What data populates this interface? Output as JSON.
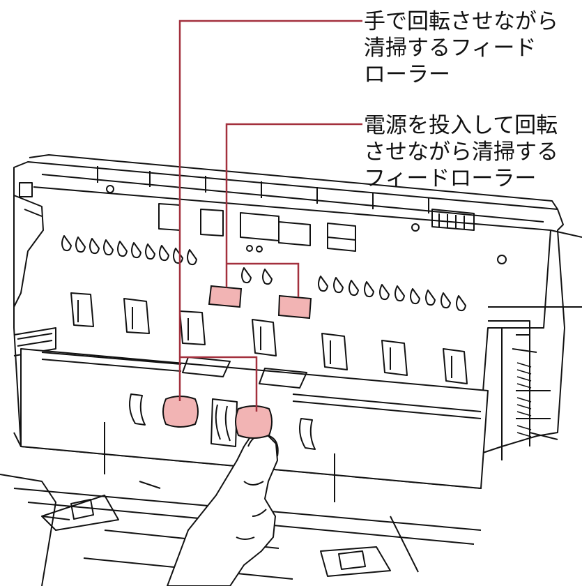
{
  "callouts": [
    {
      "id": "manual-rotation-rollers",
      "lines": [
        "手で回転させながら",
        "清掃するフィード",
        "ローラー"
      ]
    },
    {
      "id": "powered-rotation-rollers",
      "lines": [
        "電源を投入して回転",
        "させながら清掃する",
        "フィードローラー"
      ]
    }
  ],
  "colors": {
    "leader_line": "#a3303d",
    "roller_fill": "#f2b4b4",
    "line_art": "#111111",
    "background": "#ffffff"
  },
  "icons": {
    "finger": "hand-pointing-finger",
    "rollers": "feed-roller"
  }
}
